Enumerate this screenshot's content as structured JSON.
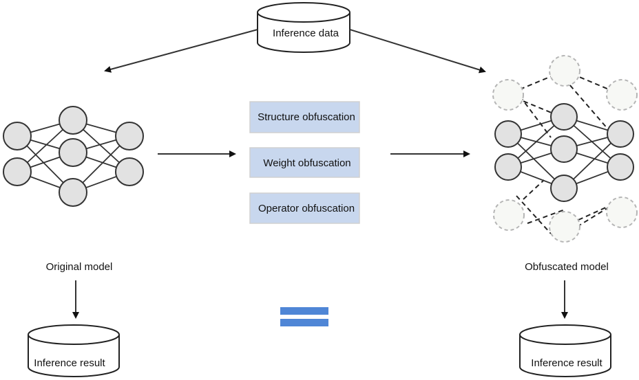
{
  "title": "Model obfuscation inference equivalence diagram",
  "inference_data": {
    "label": "Inference data"
  },
  "obfuscation_methods": [
    {
      "label": "Structure obfuscation"
    },
    {
      "label": "Weight obfuscation"
    },
    {
      "label": "Operator obfuscation"
    }
  ],
  "original_model": {
    "label": "Original model",
    "layers": [
      2,
      3,
      2
    ]
  },
  "obfuscated_model": {
    "label": "Obfuscated model",
    "layers": [
      2,
      3,
      2
    ],
    "dummy_nodes": 6
  },
  "results": {
    "left": "Inference result",
    "right": "Inference result"
  },
  "equivalence_symbol": "equals",
  "colors": {
    "method_box": "#c8d7ee",
    "equals_sign": "#4f86d6",
    "node_fill": "#e2e2e2",
    "dummy_node_stroke": "#b5b5b5"
  }
}
